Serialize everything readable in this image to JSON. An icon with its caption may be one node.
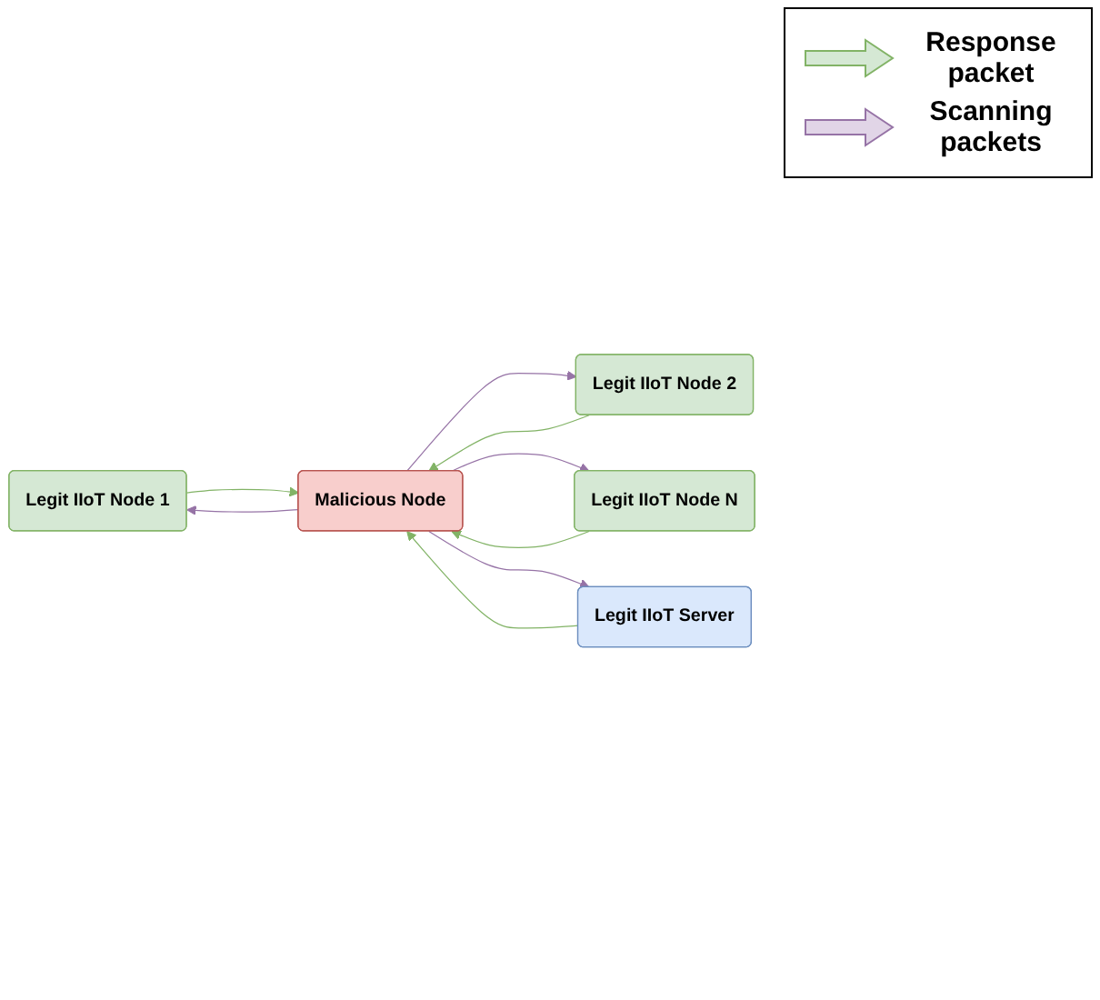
{
  "diagram": {
    "nodes": [
      {
        "text": [
          "Legit IIoT Node 1"
        ]
      },
      {
        "text": [
          "Legit IIoT Node 2"
        ]
      },
      {
        "text": [
          "Legit IIoT Node N"
        ]
      },
      {
        "text": [
          "Legit IIoT Server"
        ]
      },
      {
        "text": [
          "Malicious Node"
        ]
      }
    ],
    "edges": [
      {
        "from": 0,
        "to": 4,
        "arrow": "to",
        "color": "#82b366"
      },
      {
        "from": 4,
        "to": 0,
        "arrow": "to",
        "color": "#9673a6"
      },
      {
        "from": 1,
        "to": 4,
        "arrow": "to",
        "color": "#82b366"
      },
      {
        "from": 4,
        "to": 1,
        "arrow": "to",
        "color": "#9673a6"
      },
      {
        "from": 4,
        "to": 2,
        "arrow": "to",
        "color": "#9673a6"
      },
      {
        "from": 2,
        "to": 4,
        "arrow": "to",
        "color": "#82b366"
      },
      {
        "from": 4,
        "to": 3,
        "arrow": "to",
        "color": "#9673a6"
      },
      {
        "from": 3,
        "to": 4,
        "arrow": "to",
        "color": "#82b366"
      }
    ],
    "legend": [
      {
        "text": "Response packet"
      },
      {
        "text": "Scanning packets"
      }
    ]
  }
}
